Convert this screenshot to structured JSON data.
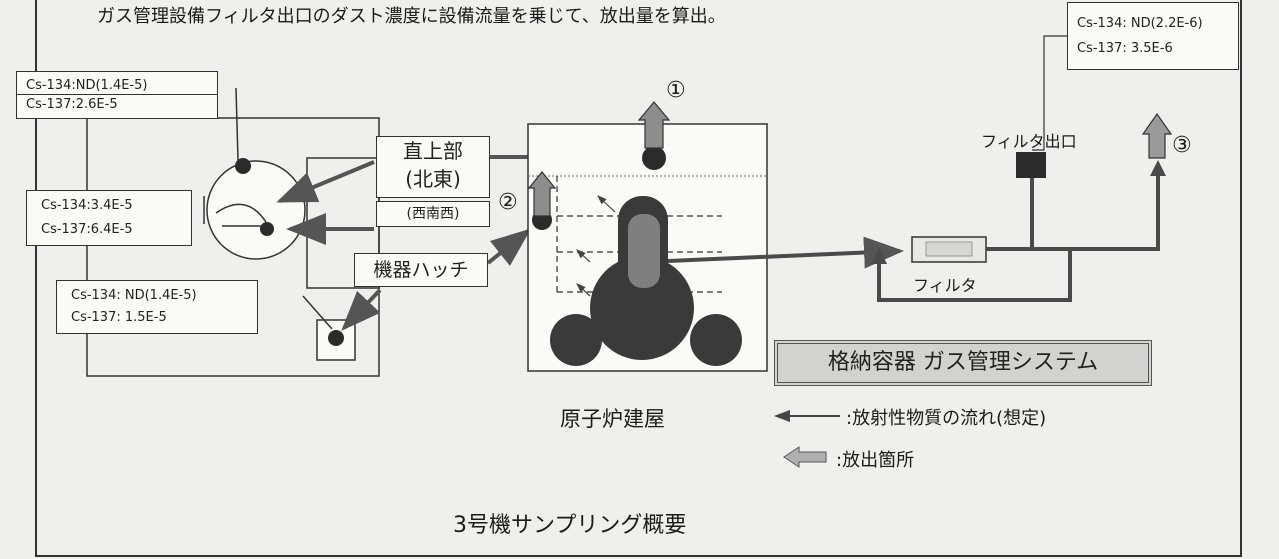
{
  "header": {
    "text": "ガス管理設備フィルタ出口のダスト濃度に設備流量を乗じて、放出量を算出。"
  },
  "samples": {
    "top_left": {
      "cs134": "Cs-134:ND(1.4E-5)",
      "cs137": "Cs-137:2.6E-5"
    },
    "mid_left": {
      "cs134": "Cs-134:3.4E-5",
      "cs137": "Cs-137:6.4E-5"
    },
    "bottom_left": {
      "cs134": "Cs-134:  ND(1.4E-5)",
      "cs137": "Cs-137:  1.5E-5"
    },
    "filter_outlet": {
      "cs134": "Cs-134:  ND(2.2E-6)",
      "cs137": "Cs-137:  3.5E-6"
    }
  },
  "labels": {
    "upper_part_line1": "直上部",
    "upper_part_line2": "(北東)",
    "wsw": "(西南西)",
    "hatch": "機器ハッチ",
    "marker_1": "①",
    "marker_2": "②",
    "marker_3": "③",
    "filter_outlet": "フィルタ出口",
    "filter": "フィルタ",
    "gas_system": "格納容器 ガス管理システム",
    "reactor_building": "原子炉建屋"
  },
  "legend": {
    "flow": ":放射性物質の流れ(想定)",
    "release": ":放出箇所"
  },
  "caption": "3号機サンプリング概要",
  "colors": {
    "arrow": "#555555",
    "release_arrow": "#9a9a9a",
    "dot": "#2b2b2b",
    "reactor": "#3a3a3a",
    "pipe": "#4a4a4a",
    "system_box": "#d2d2d0"
  }
}
